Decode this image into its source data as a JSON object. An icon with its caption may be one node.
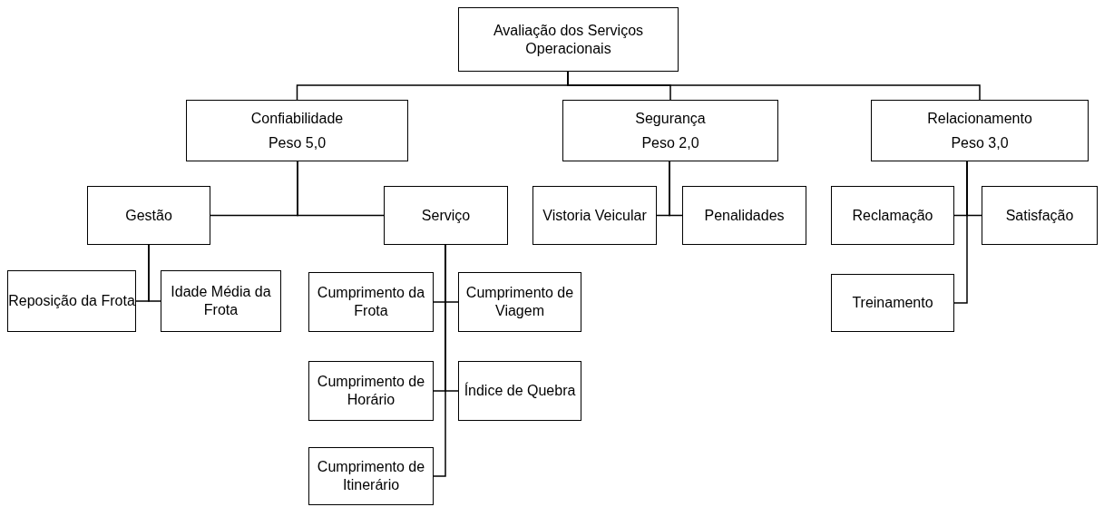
{
  "diagram": {
    "nodes": [
      {
        "text": [
          "Avaliação dos Serviços Operacionais"
        ]
      },
      {
        "text": [
          "Confiabilidade",
          "Peso 5,0"
        ]
      },
      {
        "text": [
          "Segurança",
          "Peso 2,0"
        ]
      },
      {
        "text": [
          "Relacionamento",
          "Peso 3,0"
        ]
      },
      {
        "text": [
          "Gestão"
        ]
      },
      {
        "text": [
          "Serviço"
        ]
      },
      {
        "text": [
          "Vistoria Veicular"
        ]
      },
      {
        "text": [
          "Penalidades"
        ]
      },
      {
        "text": [
          "Reclamação"
        ]
      },
      {
        "text": [
          "Satisfação"
        ]
      },
      {
        "text": [
          "Reposição da Frota"
        ]
      },
      {
        "text": [
          "Idade Média da Frota"
        ]
      },
      {
        "text": [
          "Cumprimento da Frota"
        ]
      },
      {
        "text": [
          "Cumprimento de Viagem"
        ]
      },
      {
        "text": [
          "Treinamento"
        ]
      },
      {
        "text": [
          "Cumprimento de Horário"
        ]
      },
      {
        "text": [
          "Índice de Quebra"
        ]
      },
      {
        "text": [
          "Cumprimento de Itinerário"
        ]
      }
    ],
    "edges": [
      {
        "from": 0,
        "to": 1,
        "arrow": "none"
      },
      {
        "from": 0,
        "to": 2,
        "arrow": "none"
      },
      {
        "from": 0,
        "to": 3,
        "arrow": "none"
      },
      {
        "from": 1,
        "to": 4,
        "arrow": "none"
      },
      {
        "from": 1,
        "to": 5,
        "arrow": "none"
      },
      {
        "from": 2,
        "to": 6,
        "arrow": "none"
      },
      {
        "from": 2,
        "to": 7,
        "arrow": "none"
      },
      {
        "from": 3,
        "to": 8,
        "arrow": "none"
      },
      {
        "from": 3,
        "to": 9,
        "arrow": "none"
      },
      {
        "from": 3,
        "to": 14,
        "arrow": "none"
      },
      {
        "from": 4,
        "to": 10,
        "arrow": "none"
      },
      {
        "from": 4,
        "to": 11,
        "arrow": "none"
      },
      {
        "from": 5,
        "to": 12,
        "arrow": "none"
      },
      {
        "from": 5,
        "to": 13,
        "arrow": "none"
      },
      {
        "from": 5,
        "to": 15,
        "arrow": "none"
      },
      {
        "from": 5,
        "to": 16,
        "arrow": "none"
      },
      {
        "from": 5,
        "to": 17,
        "arrow": "none"
      }
    ]
  }
}
